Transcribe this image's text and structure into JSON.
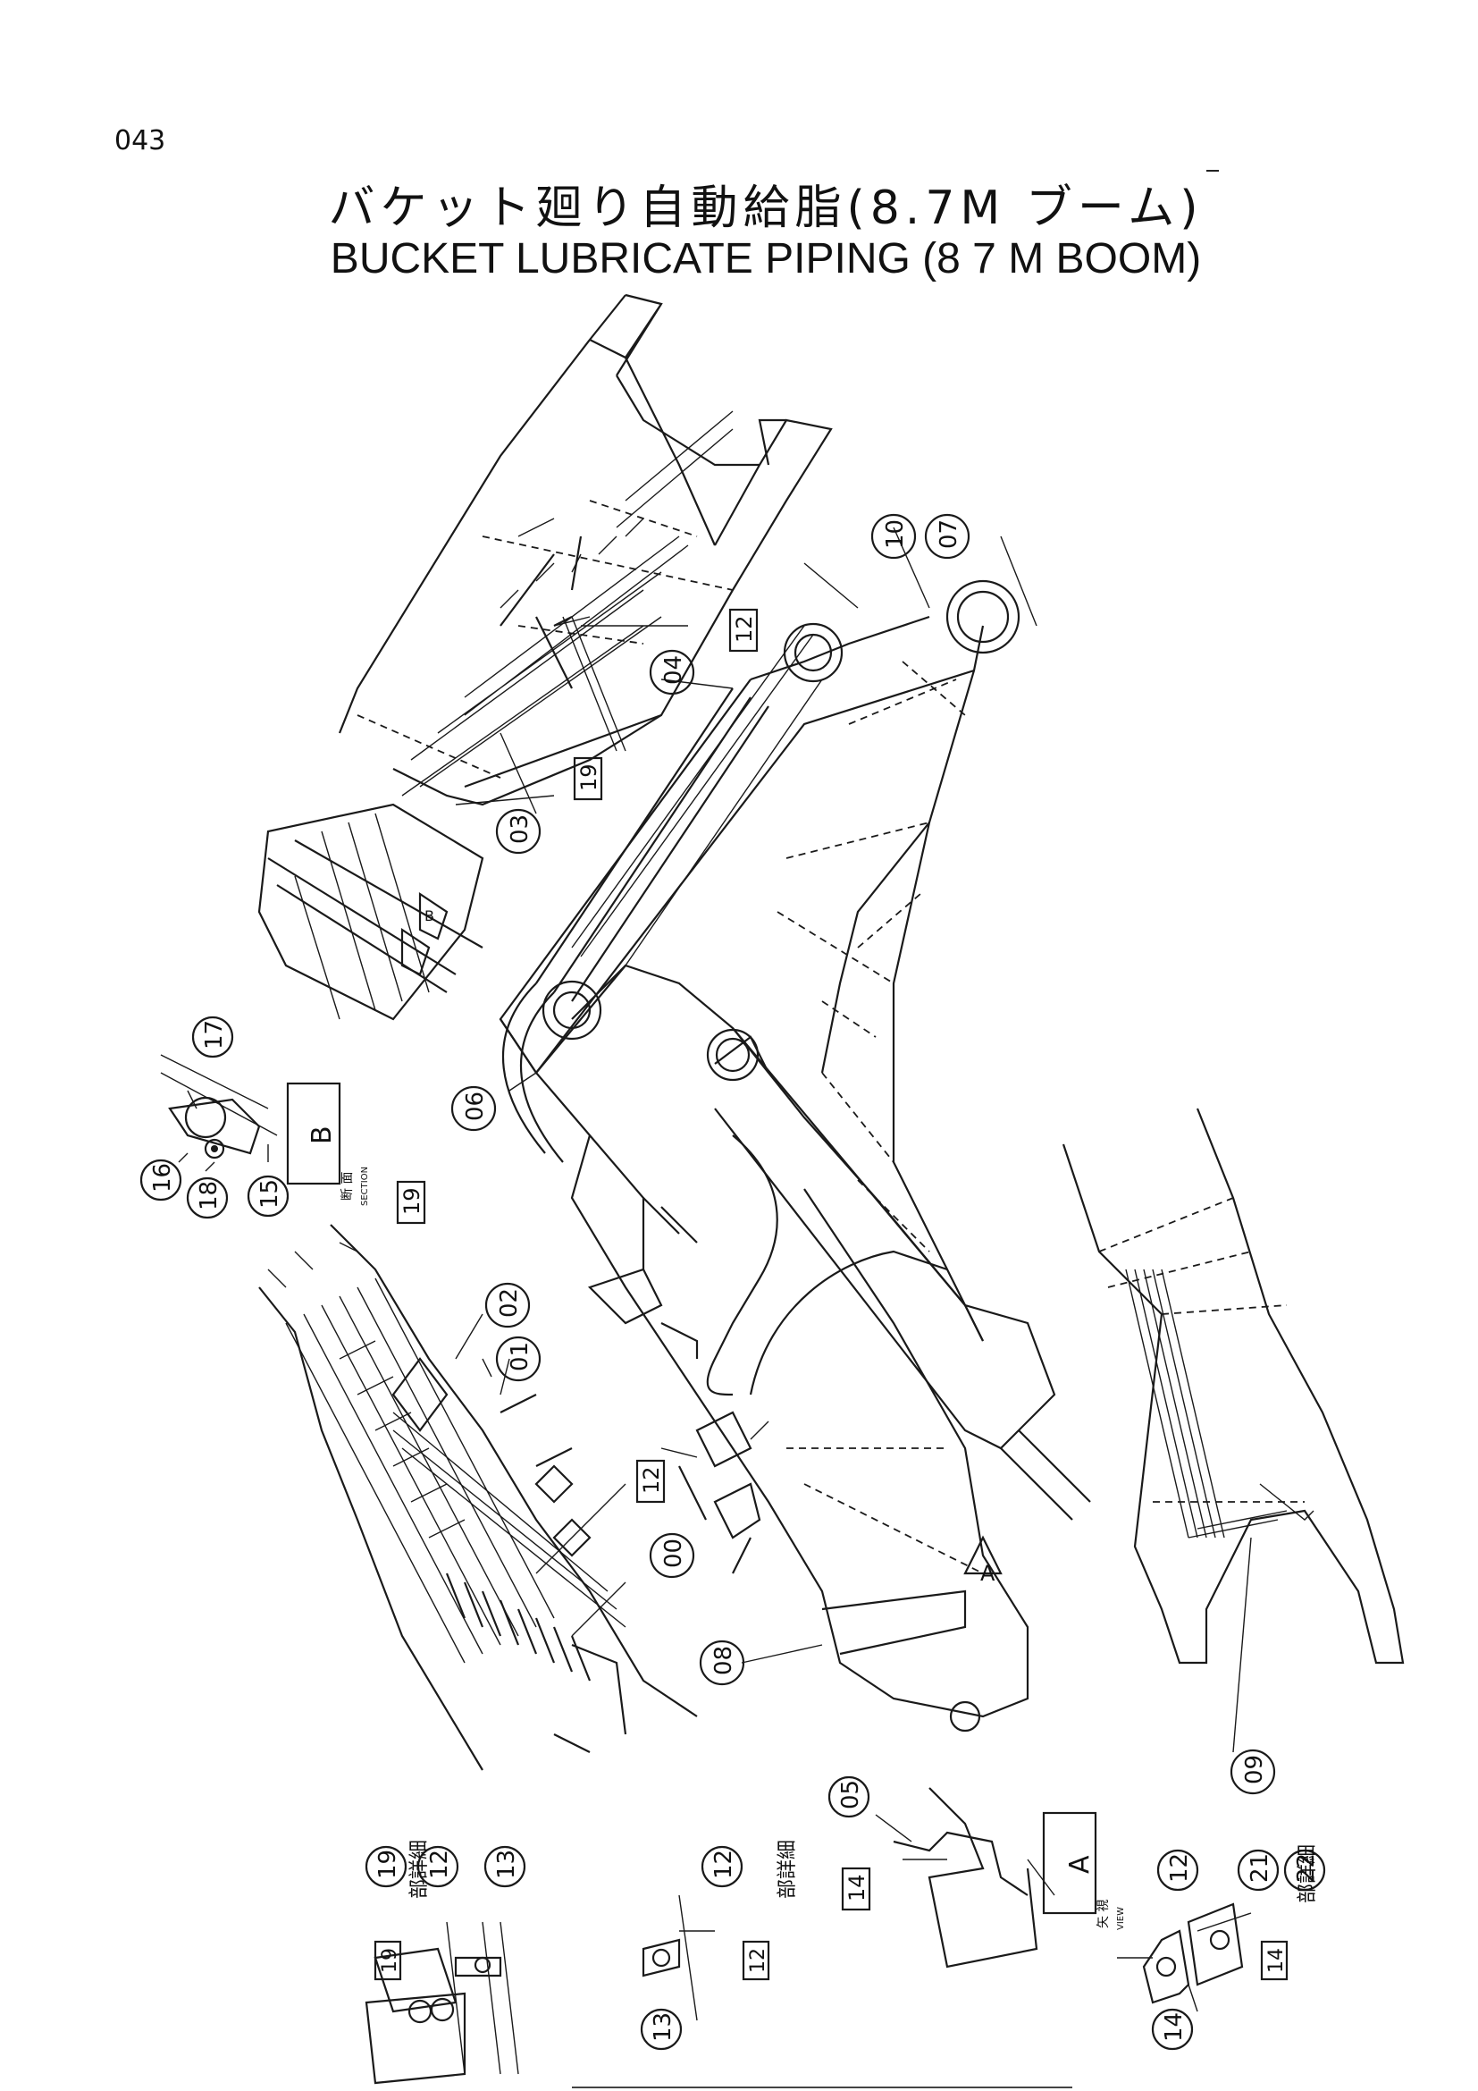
{
  "page_number": "043",
  "title_jp": "バケット廻り自動給脂(8.7M ブーム)",
  "title_en": "BUCKET LUBRICATE PIPING (8 7 M BOOM)",
  "callouts": {
    "c00": "00",
    "c01": "01",
    "c02": "02",
    "c03": "03",
    "c04": "04",
    "c05": "05",
    "c06": "06",
    "c07": "07",
    "c08": "08",
    "c09": "09",
    "c10": "10",
    "c12": "12",
    "c13": "13",
    "c14": "14",
    "c15": "15",
    "c16": "16",
    "c17": "17",
    "c18": "18",
    "c19": "19",
    "c21": "21",
    "c22": "22"
  },
  "boxed_labels": {
    "b12": "12",
    "b19": "19",
    "b14": "14"
  },
  "section_label": {
    "kanji": "断 面",
    "english": "SECTION",
    "letter": "B"
  },
  "view_label": {
    "kanji": "矢 視",
    "english": "VIEW",
    "letter": "A"
  },
  "detail_label": "部詳細",
  "arrow_letters": {
    "a": "A",
    "b": "B"
  }
}
